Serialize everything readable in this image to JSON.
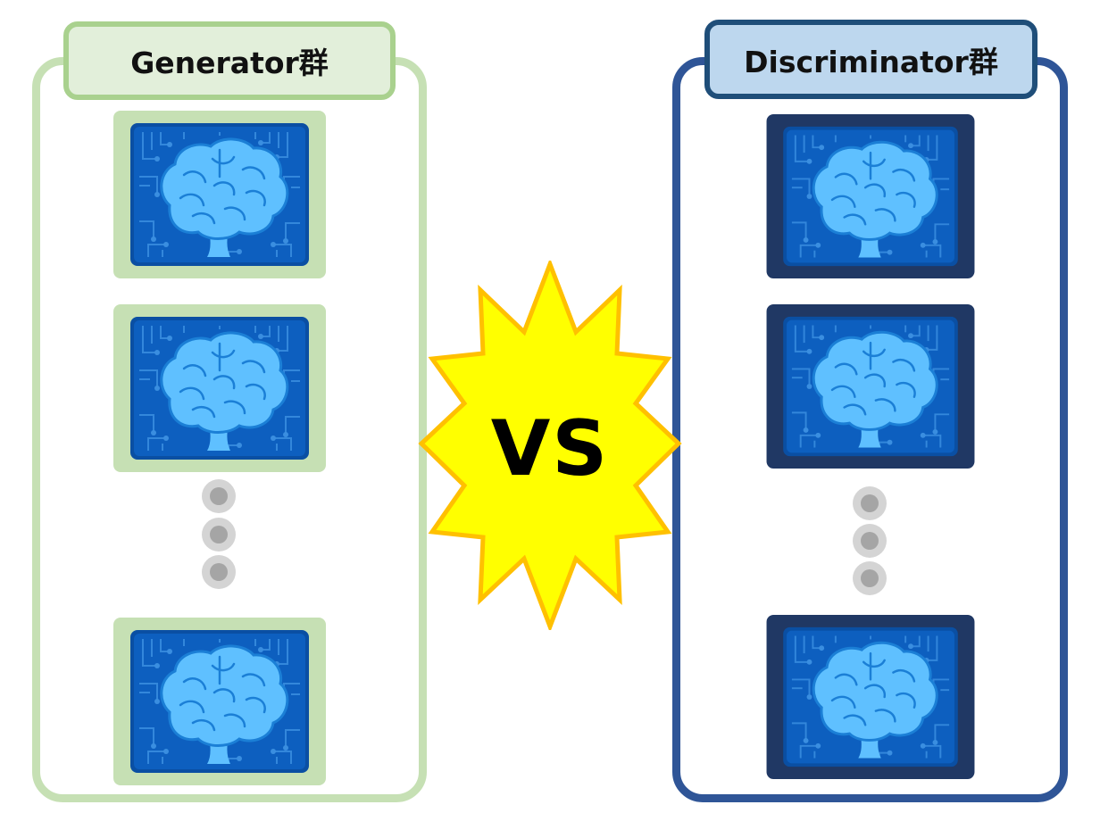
{
  "generator_group": {
    "title": "Generator群",
    "card_count_shown": 3,
    "frame_color": "#c6e0b4",
    "label_bg": "#e2efda",
    "label_border": "#a9d18e",
    "icon": "ai-brain-chip-icon"
  },
  "discriminator_group": {
    "title": "Discriminator群",
    "card_count_shown": 3,
    "frame_color": "#2f5597",
    "label_bg": "#bdd7ee",
    "label_border": "#1f4e79",
    "icon": "ai-brain-chip-icon"
  },
  "versus": {
    "text": "VS",
    "fill": "#ffff00",
    "stroke": "#ffc000"
  }
}
